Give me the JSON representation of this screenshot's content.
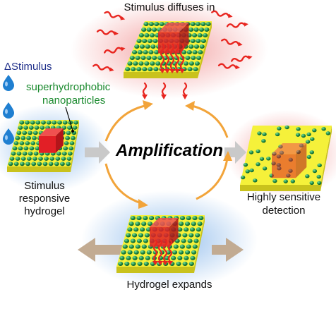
{
  "labels": {
    "top": "Stimulus diffuses in",
    "delta": "ΔStimulus",
    "nanoparticles_line1": "superhydrophobic",
    "nanoparticles_line2": "nanoparticles",
    "left_line1": "Stimulus",
    "left_line2": "responsive",
    "left_line3": "hydrogel",
    "center": "Amplification",
    "right_line1": "Highly sensitive",
    "right_line2": "detection",
    "bottom": "Hydrogel expands"
  },
  "colors": {
    "gel_top": "#f5f13a",
    "gel_side": "#c9c21c",
    "particle": "#1f8f4a",
    "cube": "#e21f26",
    "arrow_cycle": "#f2a43a",
    "arrow_grey": "#c9c9c9",
    "arrow_expand": "#c2ab92",
    "squiggle": "#e8251f",
    "drop": "#1f7fd1",
    "delta_text": "#1f2f8a",
    "nano_text": "#1a8a2e"
  }
}
